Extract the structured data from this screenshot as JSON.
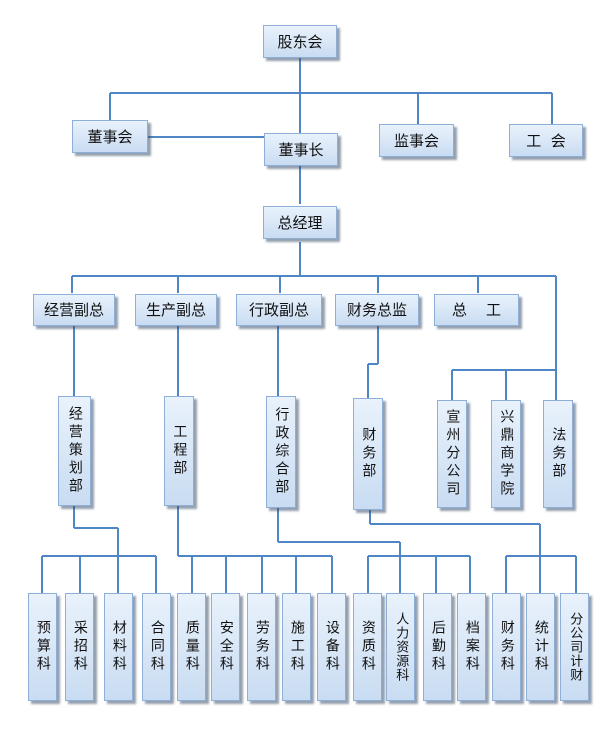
{
  "org_chart": {
    "top": {
      "shareholders": "股东会",
      "board": "董事会",
      "chairman": "董事长",
      "supervisors": "监事会",
      "union": "工  会",
      "gm": "总经理"
    },
    "deputies": {
      "business": "经营副总",
      "production": "生产副总",
      "admin": "行政副总",
      "finance": "财务总监",
      "chief_engineer": "总    工"
    },
    "departments": {
      "planning": "经营策划部",
      "engineering": "工程部",
      "admin_dept": "行政综合部",
      "finance_dept": "财务部",
      "xuanzhou": "宣州分公司",
      "xingding": "兴鼎商学院",
      "legal": "法务部"
    },
    "sections": {
      "budget": "预算科",
      "procurement": "采招科",
      "materials": "材料科",
      "contract": "合同科",
      "quality": "质量科",
      "safety": "安全科",
      "labor": "劳务科",
      "construction": "施工科",
      "equipment": "设备科",
      "qualification": "资质科",
      "hr": "人力资源科",
      "logistics": "后勤科",
      "archives": "档案科",
      "finance_sec": "财务科",
      "statistics": "统计科",
      "branch_accounting": "分公司计财"
    }
  },
  "colors": {
    "line": "#4f86c6",
    "box_top": "#e9f2fc",
    "box_bottom": "#c9dcf2",
    "box_border": "#8eb0d8"
  }
}
